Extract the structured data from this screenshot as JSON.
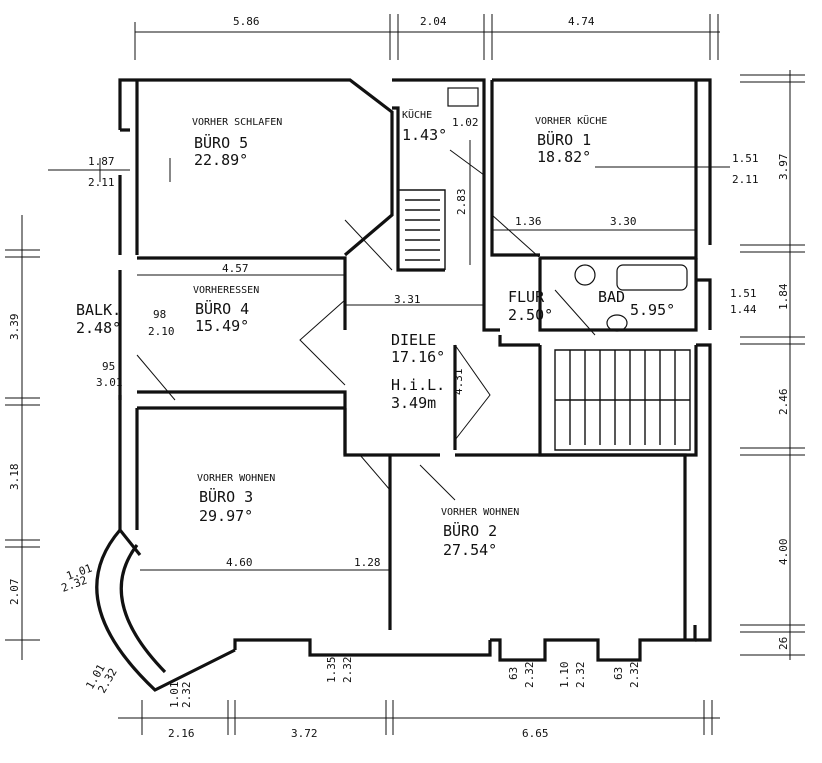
{
  "rooms": {
    "buero5": {
      "former": "VORHER SCHLAFEN",
      "name": "BÜRO 5",
      "area": "22.89°"
    },
    "kueche": {
      "name": "KÜCHE",
      "area": "1.43°"
    },
    "buero1": {
      "former": "VORHER KÜCHE",
      "name": "BÜRO 1",
      "area": "18.82°"
    },
    "buero4": {
      "former": "VORHERESSEN",
      "name": "BÜRO 4",
      "area": "15.49°"
    },
    "balk": {
      "name": "BALK.",
      "area": "2.48°"
    },
    "flur": {
      "name": "FLUR",
      "area": "2.50°"
    },
    "bad": {
      "name": "BAD",
      "area": "5.95°"
    },
    "diele": {
      "name": "DIELE",
      "area": "17.16°",
      "hil_label": "H.i.L.",
      "hil_value": "3.49m"
    },
    "buero3": {
      "former": "VORHER WOHNEN",
      "name": "BÜRO 3",
      "area": "29.97°"
    },
    "buero2": {
      "former": "VORHER WOHNEN",
      "name": "BÜRO 2",
      "area": "27.54°"
    }
  },
  "dims": {
    "top": [
      "5.86",
      "2.04",
      "4.74"
    ],
    "bottom": [
      "2.16",
      "3.72",
      "6.65"
    ],
    "left": [
      "3.39",
      "3.18",
      "2.07"
    ],
    "right": [
      "3.97",
      "1.84",
      "2.46",
      "4.00",
      "26"
    ],
    "kueche_w": "1.02",
    "kueche_h": "2.83",
    "b5_win_top": "1.87",
    "b5_win_bot": "2.11",
    "b1_win_top": "1.51",
    "b1_win_bot": "2.11",
    "b1_inner_a": "1.36",
    "b1_inner_b": "3.30",
    "b4_width": "4.57",
    "diele_width": "3.31",
    "bad_win_top": "1.51",
    "bad_win_bot": "1.44",
    "b4_win_top": "98",
    "b4_win_bot": "2.10",
    "b4_door_top": "95",
    "b4_door_bot": "3.01",
    "diele_h": "4.31",
    "b3_a": "4.60",
    "b3_b": "1.28",
    "bay1_top": "1.01",
    "bay1_bot": "2.32",
    "bay2_top": "1.01",
    "bay2_bot": "2.32",
    "bay3_top": "1.01",
    "bay3_bot": "2.32",
    "win_b3_top": "1.35",
    "win_b3_bot": "2.32",
    "win_b2a_top": "63",
    "win_b2a_bot": "2.32",
    "win_b2b_top": "1.10",
    "win_b2b_bot": "2.32",
    "win_b2c_top": "63",
    "win_b2c_bot": "2.32"
  }
}
